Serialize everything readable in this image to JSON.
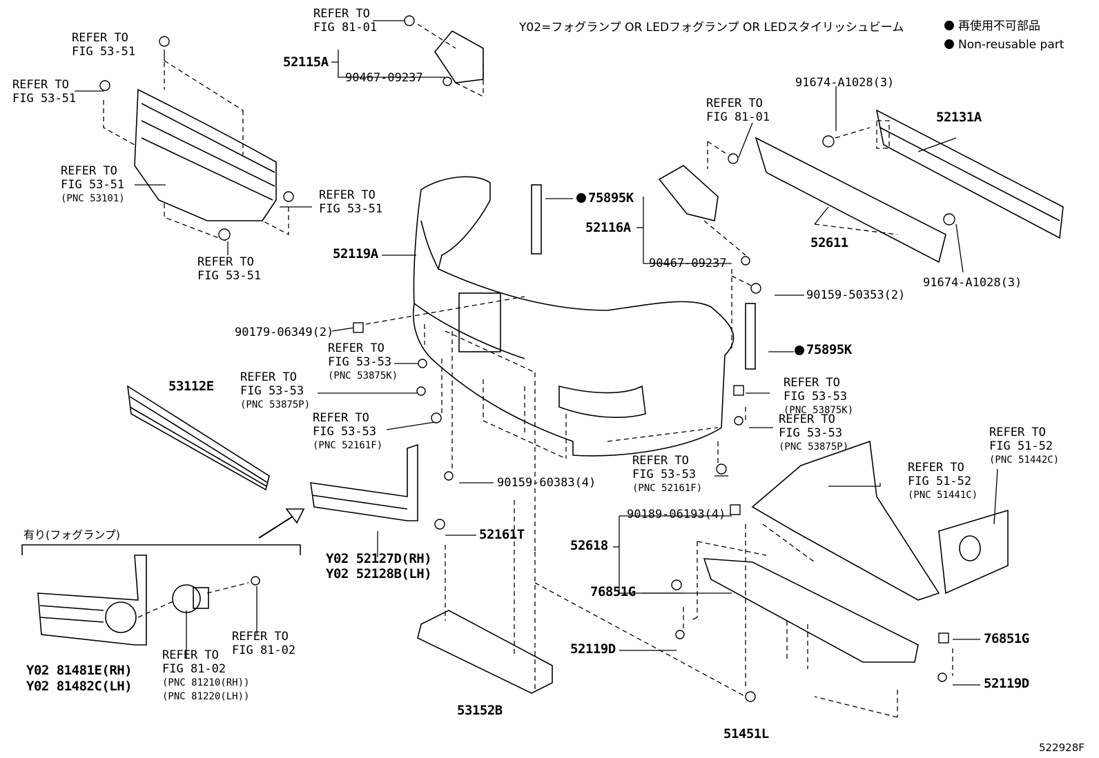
{
  "diagram_id": "522928F",
  "header": {
    "note_y02": "Y02=フォグランプ OR LEDフォグランプ OR LEDスタイリッシュビーム",
    "legend_jp": "再使用不可部品",
    "legend_en": "Non-reusable part"
  },
  "refer_to": "REFER TO",
  "figs": {
    "f5351": "FIG 53-51",
    "f8101": "FIG 81-01",
    "f5353": "FIG 53-53",
    "f8102": "FIG 81-02",
    "f5152": "FIG 51-52"
  },
  "pnc": {
    "p53101": "(PNC 53101)",
    "p53875K": "(PNC 53875K)",
    "p53875P": "(PNC 53875P)",
    "p52161F": "(PNC 52161F)",
    "p51442C": "(PNC 51442C)",
    "p51441C": "(PNC 51441C)",
    "p81210": "(PNC 81210(RH))",
    "p81220": "(PNC 81220(LH))"
  },
  "parts": {
    "p52115A": "52115A",
    "p90467a": "90467-09237",
    "p90467b": "90467-09237",
    "p91674a": "91674-A1028(3)",
    "p91674b": "91674-A1028(3)",
    "p52131A": "52131A",
    "p52611": "52611",
    "p75895Ka": "75895K",
    "p75895Kb": "75895K",
    "p52116A": "52116A",
    "p52119A": "52119A",
    "p90159_50353": "90159-50353(2)",
    "p90179": "90179-06349(2)",
    "p53112E": "53112E",
    "p90159_60383": "90159-60383(4)",
    "p52161T": "52161T",
    "p52127D": "Y02 52127D(RH)",
    "p52128B": "Y02 52128B(LH)",
    "p90189": "90189-06193(4)",
    "p52618": "52618",
    "p76851Ga": "76851G",
    "p76851Gb": "76851G",
    "p52119Da": "52119D",
    "p52119Db": "52119D",
    "p51451L": "51451L",
    "p53152B": "53152B",
    "p81481E": "Y02 81481E(RH)",
    "p81482C": "Y02 81482C(LH)"
  },
  "fog_option": "有り(フォグランプ)"
}
